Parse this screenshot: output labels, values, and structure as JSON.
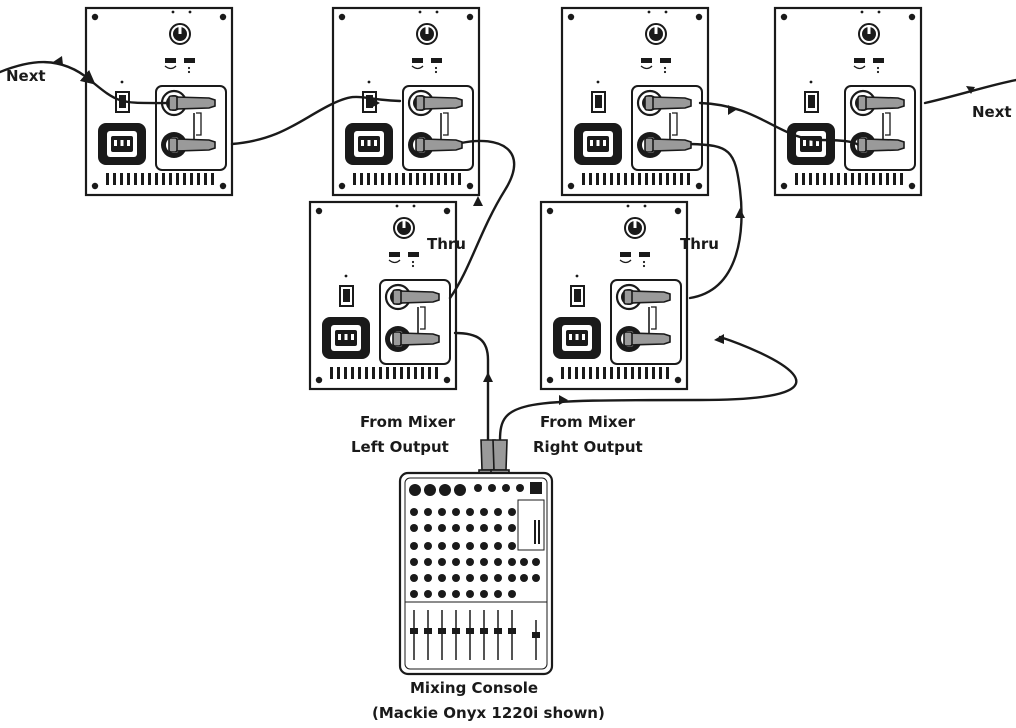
{
  "labels": {
    "next_left": "Next",
    "next_right": "Next",
    "thru_left": "Thru",
    "thru_right": "Thru",
    "from_mixer_left_1": "From Mixer",
    "from_mixer_left_2": "Left Output",
    "from_mixer_right_1": "From Mixer",
    "from_mixer_right_2": "Right Output",
    "console_1": "Mixing Console",
    "console_2": "(Mackie Onyx 1220i shown)"
  },
  "speakers": [
    {
      "id": "top-1"
    },
    {
      "id": "top-2"
    },
    {
      "id": "top-3"
    },
    {
      "id": "top-4"
    },
    {
      "id": "mid-left"
    },
    {
      "id": "mid-right"
    }
  ],
  "colors": {
    "ink": "#1a1a1a",
    "panel": "#ffffff",
    "cable": "#1a1a1a",
    "plug": "#9a9a9a"
  }
}
